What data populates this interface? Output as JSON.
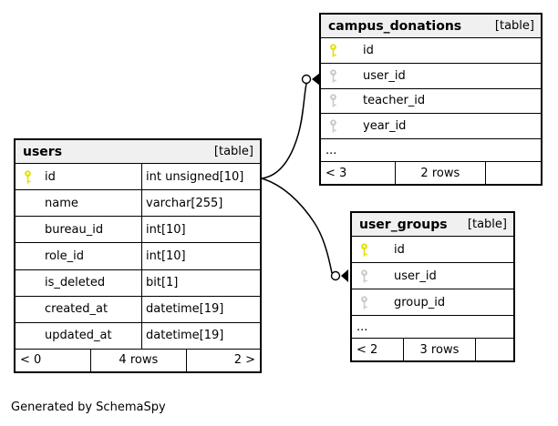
{
  "footer_note": "Generated by SchemaSpy",
  "colors": {
    "primary_key": "#e1e100",
    "foreign_key": "#c9c9c9",
    "header_bg": "#f0f0f0",
    "border": "#000000"
  },
  "tables": [
    {
      "title": "users",
      "tag": "[table]",
      "columns": [
        {
          "name": "id",
          "type": "int unsigned[10]",
          "key": "primary"
        },
        {
          "name": "name",
          "type": "varchar[255]",
          "key": ""
        },
        {
          "name": "bureau_id",
          "type": "int[10]",
          "key": ""
        },
        {
          "name": "role_id",
          "type": "int[10]",
          "key": ""
        },
        {
          "name": "is_deleted",
          "type": "bit[1]",
          "key": ""
        },
        {
          "name": "created_at",
          "type": "datetime[19]",
          "key": ""
        },
        {
          "name": "updated_at",
          "type": "datetime[19]",
          "key": ""
        }
      ],
      "footer": {
        "left": "< 0",
        "center": "4 rows",
        "right": "2 >"
      }
    },
    {
      "title": "campus_donations",
      "tag": "[table]",
      "columns": [
        {
          "name": "id",
          "key": "primary"
        },
        {
          "name": "user_id",
          "key": "foreign"
        },
        {
          "name": "teacher_id",
          "key": "foreign"
        },
        {
          "name": "year_id",
          "key": "foreign"
        }
      ],
      "ellipsis": "...",
      "footer": {
        "left": "< 3",
        "center": "2 rows",
        "right": ""
      }
    },
    {
      "title": "user_groups",
      "tag": "[table]",
      "columns": [
        {
          "name": "id",
          "key": "primary"
        },
        {
          "name": "user_id",
          "key": "foreign"
        },
        {
          "name": "group_id",
          "key": "foreign"
        }
      ],
      "ellipsis": "...",
      "footer": {
        "left": "< 2",
        "center": "3 rows",
        "right": ""
      }
    }
  ],
  "relationships": [
    {
      "from": "users.id",
      "to": "campus_donations.user_id"
    },
    {
      "from": "users.id",
      "to": "user_groups.user_id"
    }
  ]
}
